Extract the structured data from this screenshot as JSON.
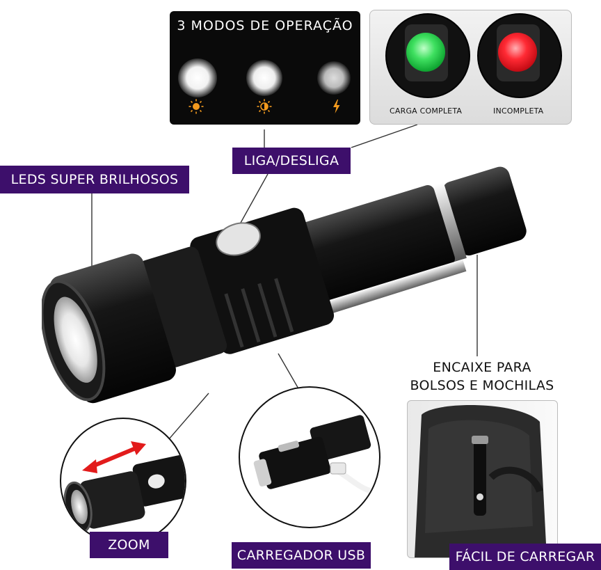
{
  "modes": {
    "title": "3 MODOS DE OPERAÇÃO",
    "icons": [
      "sun-icon",
      "half-sun-icon",
      "lightning-icon"
    ],
    "icon_color": "#f39a1e"
  },
  "status": {
    "full_label": "CARGA COMPLETA",
    "incomplete_label": "INCOMPLETA",
    "full_color": "#1fd14a",
    "incomplete_color": "#e8121c"
  },
  "labels": {
    "power": "LIGA/DESLIGA",
    "leds": "LEDS SUPER BRILHOSOS",
    "clip_line1": "ENCAIXE PARA",
    "clip_line2": "BOLSOS E MOCHILAS",
    "zoom": "ZOOM",
    "usb": "CARREGADOR USB",
    "carry": "FÁCIL DE CARREGAR"
  },
  "colors": {
    "tag_bg": "#3d0f6b",
    "tag_text": "#ffffff",
    "zoom_arrow": "#e21b1b"
  }
}
